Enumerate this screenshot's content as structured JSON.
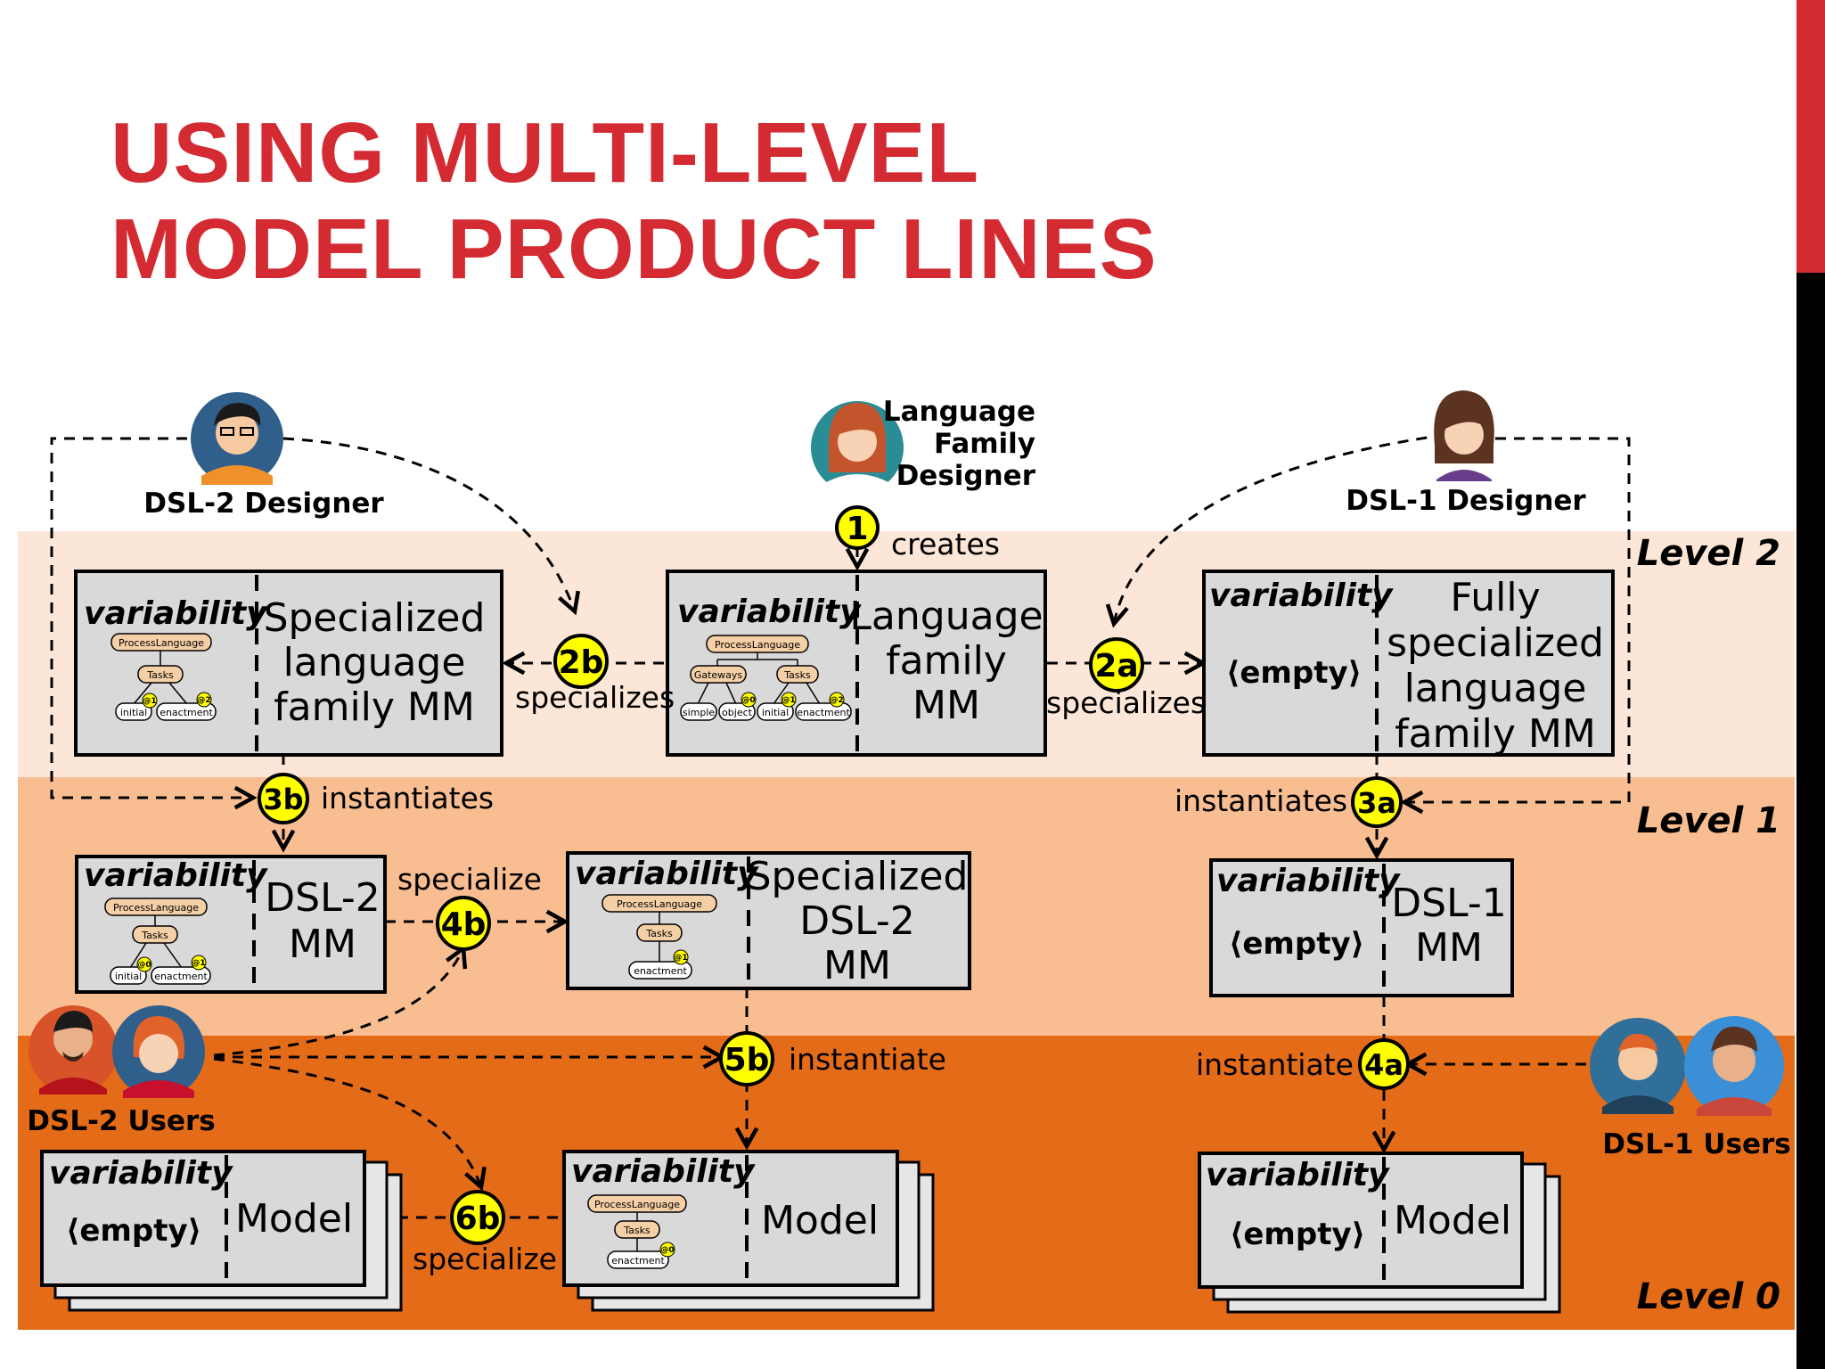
{
  "title": {
    "line1": "USING MULTI-LEVEL",
    "line2": "MODEL PRODUCT LINES"
  },
  "levels": {
    "level2": "Level 2",
    "level1": "Level 1",
    "level0": "Level 0"
  },
  "roles": {
    "dsl2_designer": "DSL-2 Designer",
    "lf_designer": [
      "Language",
      "Family",
      "Designer"
    ],
    "dsl1_designer": "DSL-1 Designer",
    "dsl2_users": "DSL-2 Users",
    "dsl1_users": "DSL-1 Users"
  },
  "boxes": {
    "variability": "variability",
    "empty": "⟨empty⟩",
    "lf_mm": [
      "Language",
      "family",
      "MM"
    ],
    "spec_lf_mm": [
      "Specialized",
      "language",
      "family MM"
    ],
    "full_spec_mm": [
      "Fully",
      "specialized",
      "language",
      "family MM"
    ],
    "dsl2_mm": [
      "DSL-2",
      "MM"
    ],
    "spec_dsl2_mm": [
      "Specialized",
      "DSL-2",
      "MM"
    ],
    "dsl1_mm": [
      "DSL-1",
      "MM"
    ],
    "model": "Model"
  },
  "mini": {
    "process_language": "ProcessLanguage",
    "tasks": "Tasks",
    "gateways": "Gateways",
    "initial": "initial",
    "enactment": "enactment",
    "simple": "simple",
    "object": "object",
    "at0": "@0",
    "at1": "@1",
    "at2": "@2"
  },
  "badges": {
    "b1": "1",
    "b2a": "2a",
    "b2b": "2b",
    "b3a": "3a",
    "b3b": "3b",
    "b4a": "4a",
    "b4b": "4b",
    "b5b": "5b",
    "b6b": "6b"
  },
  "labels": {
    "creates": "creates",
    "specializes": "specializes",
    "instantiates": "instantiates",
    "specialize": "specialize",
    "instantiate": "instantiate"
  }
}
